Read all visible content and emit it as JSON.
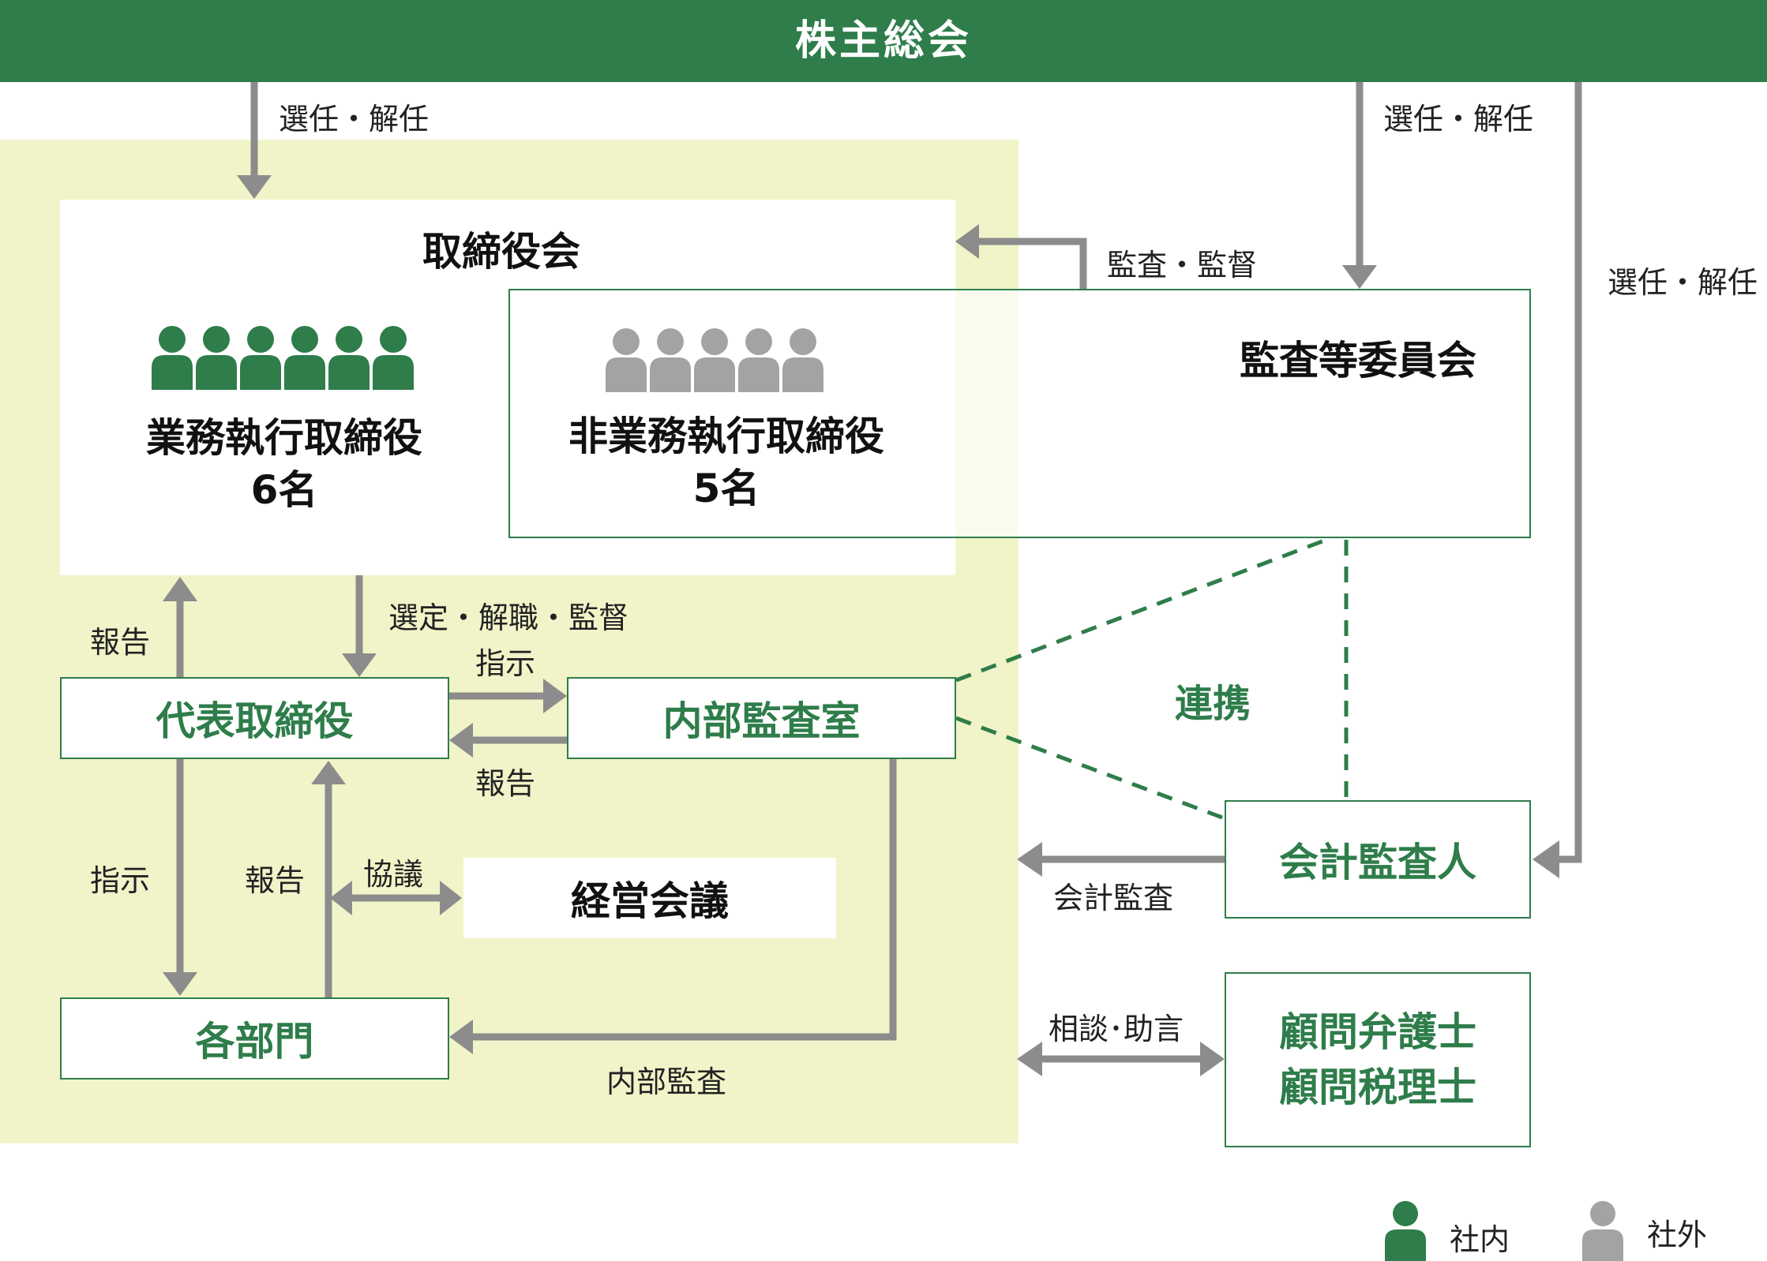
{
  "header": {
    "title": "株主総会"
  },
  "labels": {
    "select_dismiss_left": "選任・解任",
    "select_dismiss_middle": "選任・解任",
    "select_dismiss_right": "選任・解任",
    "audit_supervise": "監査・監督",
    "select_dismiss_supervise": "選定・解職・監督",
    "report_board": "報告",
    "instruct_audit": "指示",
    "report_audit": "報告",
    "instruct_dept": "指示",
    "report_dept": "報告",
    "consult": "協議",
    "accounting_audit": "会計監査",
    "consult_advice": "相談･助言",
    "internal_audit": "内部監査",
    "cooperation": "連携"
  },
  "board": {
    "title": "取締役会",
    "executive": {
      "label": "業務執行取締役",
      "count": "6名",
      "icon_count": 6
    },
    "non_executive": {
      "label": "非業務執行取締役",
      "count": "5名",
      "icon_count": 5
    }
  },
  "audit_committee": {
    "title": "監査等委員会"
  },
  "boxes": {
    "representative": "代表取締役",
    "internal_audit_office": "内部監査室",
    "management_meeting": "経営会議",
    "departments": "各部門",
    "accounting_auditor": "会計監査人",
    "advisors_line1": "顧問弁護士",
    "advisors_line2": "顧問税理士"
  },
  "legend": {
    "internal": {
      "label": "社内",
      "icon": "person-icon"
    },
    "external": {
      "label": "社外",
      "icon": "person-icon"
    }
  },
  "colors": {
    "green": "#2e7d4a",
    "light_green_bg": "#f1f4c8",
    "gray_person": "#a3a3a3",
    "arrow_gray": "#8c8c8c"
  }
}
